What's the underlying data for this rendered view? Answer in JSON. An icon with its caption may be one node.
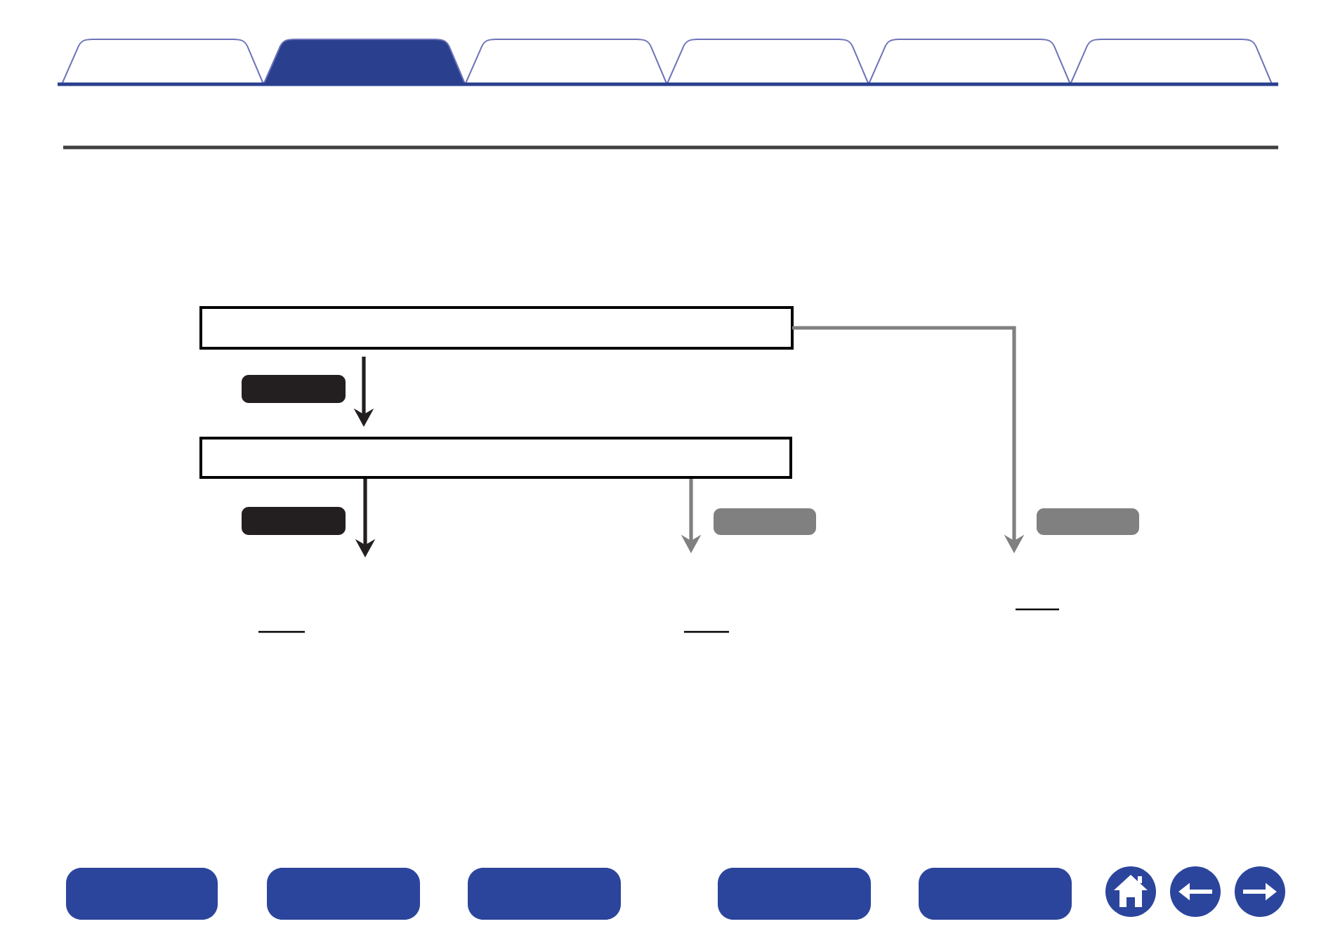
{
  "diagram": {
    "nodes": [
      {
        "text": [],
        "shape": "box"
      },
      {
        "text": [],
        "shape": "bar"
      },
      {
        "text": [],
        "shape": "box"
      },
      {
        "text": [],
        "shape": "bar"
      },
      {
        "text": [],
        "shape": "bar"
      },
      {
        "text": [],
        "shape": "bar"
      }
    ],
    "edges": [
      {
        "from": 0,
        "to": 2,
        "arrow": "to"
      },
      {
        "from": 2,
        "to": null,
        "arrow": "to"
      },
      {
        "from": 2,
        "to": null,
        "arrow": "to",
        "color": "#808080"
      },
      {
        "from": 0,
        "to": null,
        "arrow": "to",
        "color": "#808080"
      }
    ]
  }
}
